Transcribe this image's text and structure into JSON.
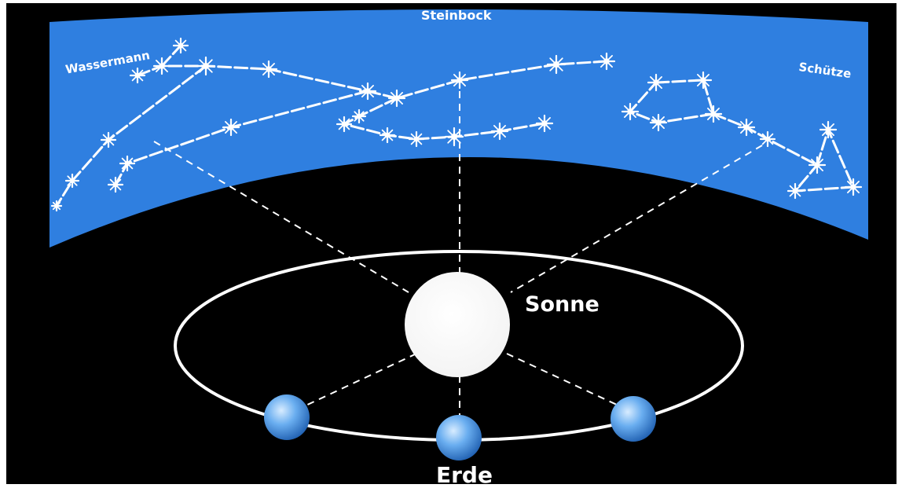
{
  "labels": {
    "steinbock": "Steinbock",
    "wassermann": "Wassermann",
    "schuetze": "Schütze",
    "sonne": "Sonne",
    "erde": "Erde"
  },
  "colors": {
    "frame": "#ffffff",
    "background": "#000000",
    "sky_band": "#2f7fe0",
    "sun": "#ffffff",
    "orbit": "#ffffff",
    "earth": "#5a9fe6",
    "stars": "#ffffff",
    "text": "#ffffff"
  }
}
